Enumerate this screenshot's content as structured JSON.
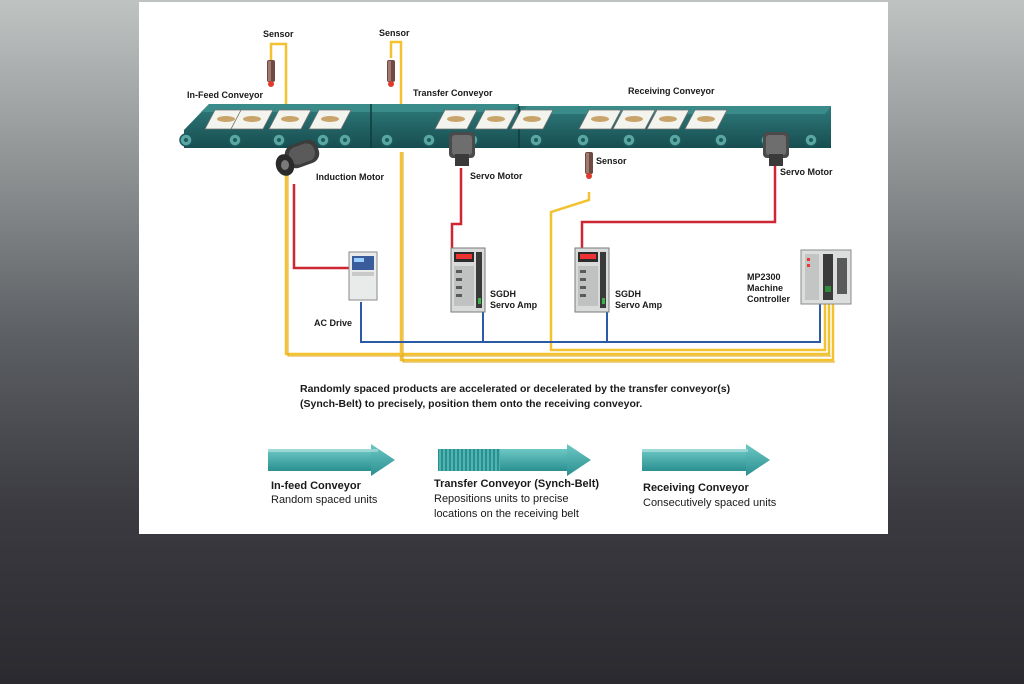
{
  "labels": {
    "sensor_1": "Sensor",
    "sensor_2": "Sensor",
    "sensor_3": "Sensor",
    "infeed_conveyor": "In-Feed Conveyor",
    "transfer_conveyor": "Transfer Conveyor",
    "receiving_conveyor": "Receiving Conveyor",
    "induction_motor": "Induction Motor",
    "servo_motor_1": "Servo Motor",
    "servo_motor_2": "Servo Motor",
    "ac_drive": "AC Drive",
    "servo_amp_1_line1": "SGDH",
    "servo_amp_1_line2": "Servo Amp",
    "servo_amp_2_line1": "SGDH",
    "servo_amp_2_line2": "Servo Amp",
    "controller_line1": "MP2300",
    "controller_line2": "Machine",
    "controller_line3": "Controller"
  },
  "description": {
    "line1": "Randomly spaced products are accelerated or decelerated by the transfer conveyor(s)",
    "line2": "(Synch-Belt) to precisely, position them onto the receiving conveyor."
  },
  "legend": [
    {
      "title": "In-feed Conveyor",
      "sub1": "Random spaced units",
      "sub2": ""
    },
    {
      "title": "Transfer Conveyor (Synch-Belt)",
      "sub1": "Repositions units to precise",
      "sub2": "locations on the receiving belt"
    },
    {
      "title": "Receiving Conveyor",
      "sub1": "Consecutively spaced units",
      "sub2": ""
    }
  ],
  "colors": {
    "belt": "#1f6466",
    "roller": "#4f9a98",
    "wire_yellow": "#f2c230",
    "wire_red": "#cc2733",
    "wire_blue": "#2a5aa8",
    "arrow": "#3aa6a6"
  }
}
